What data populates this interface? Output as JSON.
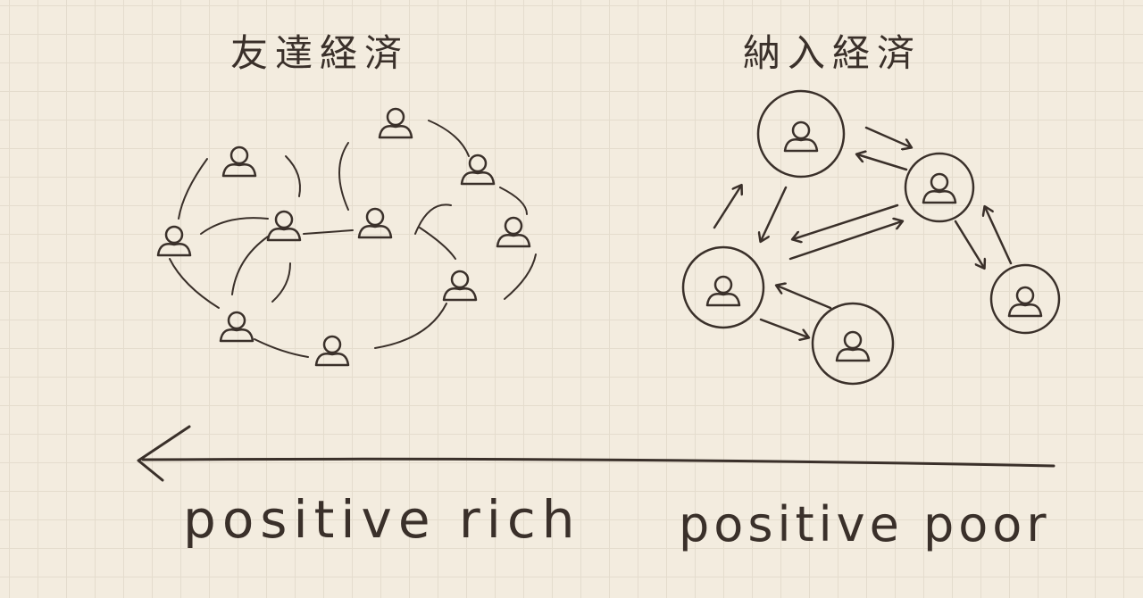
{
  "diagram": {
    "left_title": "友達経済",
    "right_title": "納入経済",
    "left_caption": "positive rich",
    "right_caption": "positive poor"
  },
  "icons": {
    "person": "person-icon",
    "arrow": "long-left-arrow-icon"
  }
}
